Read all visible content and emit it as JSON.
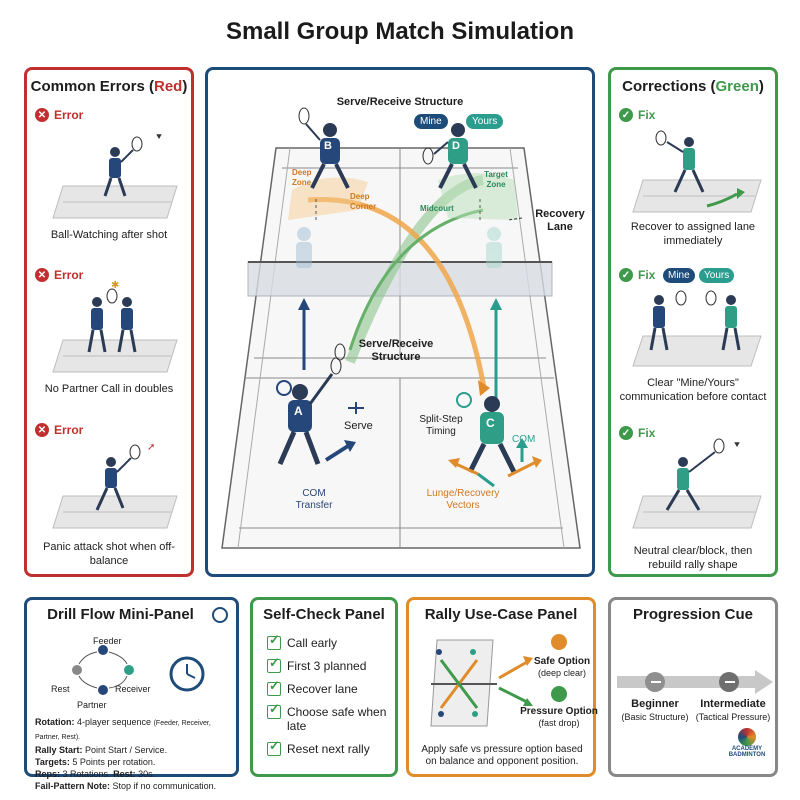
{
  "title": "Small Group Match Simulation",
  "errors_panel": {
    "heading_main": "Common Errors (",
    "heading_color": "Red",
    "heading_close": ")",
    "tag": "Error",
    "items": [
      {
        "caption": "Ball-Watching after shot"
      },
      {
        "caption": "No Partner Call in doubles"
      },
      {
        "caption": "Panic attack shot when off-balance"
      }
    ]
  },
  "corrections_panel": {
    "heading_main": "Corrections (",
    "heading_color": "Green",
    "heading_close": ")",
    "tag": "Fix",
    "items": [
      {
        "caption": "Recover to assigned lane immediately"
      },
      {
        "caption": "Clear \"Mine/Yours\" communication before contact"
      },
      {
        "caption": "Neutral clear/block, then rebuild rally shape"
      }
    ],
    "bubble_mine": "Mine",
    "bubble_yours": "Yours"
  },
  "center_panel": {
    "top_label": "Serve/Receive Structure",
    "mid_label": "Serve/Receive Structure",
    "bubble_mine": "Mine",
    "bubble_yours": "Yours",
    "player_a": "A",
    "player_b": "B",
    "player_c": "C",
    "player_d": "D",
    "deep_zone": "Deep Zone",
    "deep_corner": "Deep Corner",
    "midcourt": "Midcourt",
    "target_zone": "Target Zone",
    "recovery_lane": "Recovery Lane",
    "serve": "Serve",
    "com_transfer": "COM Transfer",
    "split_step": "Split-Step Timing",
    "com": "COM",
    "lunge_recovery": "Lunge/Recovery Vectors"
  },
  "drill_panel": {
    "heading": "Drill Flow Mini-Panel",
    "cycle": [
      "Feeder",
      "Receiver",
      "Partner",
      "Rest"
    ],
    "lines": [
      {
        "key": "Rotation:",
        "value": "4-player sequence",
        "note": "(Feeder, Receiver, Partner, Rest)."
      },
      {
        "key": "Rally Start:",
        "value": "Point Start / Service.",
        "note": ""
      },
      {
        "key": "Targets:",
        "value": "5 Points per rotation.",
        "note": ""
      },
      {
        "key": "Reps:",
        "value": "3 Rotations.",
        "note": "",
        "key2": "Rest:",
        "value2": "30s."
      },
      {
        "key": "Fail-Pattern Note:",
        "value": "Stop if no communication.",
        "note": ""
      }
    ]
  },
  "check_panel": {
    "heading": "Self-Check Panel",
    "items": [
      "Call early",
      "First 3 planned",
      "Recover lane",
      "Choose safe when late",
      "Reset next rally"
    ]
  },
  "rally_panel": {
    "heading": "Rally Use-Case Panel",
    "safe_option": "Safe Option",
    "safe_sub": "(deep clear)",
    "pressure_option": "Pressure Option",
    "pressure_sub": "(fast drop)",
    "caption": "Apply safe vs pressure option based on balance and opponent position."
  },
  "progression_panel": {
    "heading": "Progression Cue",
    "beginner": "Beginner",
    "beginner_sub": "(Basic Structure)",
    "intermediate": "Intermediate",
    "intermediate_sub": "(Tactical Pressure)"
  },
  "logo": {
    "line1": "ACADEMY",
    "line2": "BADMINTON"
  },
  "colors": {
    "red": "#c0302f",
    "green": "#3e9a4a",
    "navy": "#1e4c7a",
    "orange": "#e08c2a",
    "teal": "#2a9d8f",
    "blue": "#25477a"
  }
}
